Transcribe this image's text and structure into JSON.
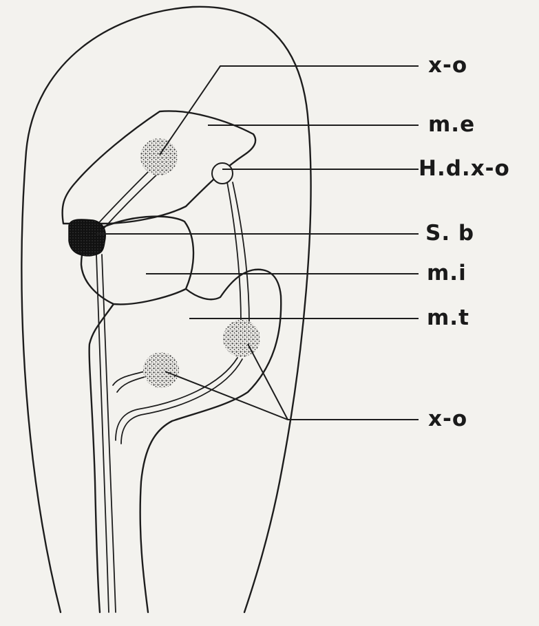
{
  "labels": {
    "xo_top": "x-o",
    "me": "m.e",
    "hdxo": "H.d.x-o",
    "sb": "S. b",
    "mi": "m.i",
    "mt": "m.t",
    "xo_bottom": "x-o"
  },
  "colors": {
    "ink": "#1d1d1d",
    "paper": "#f3f2ee",
    "stipple": "#2a2a2a"
  }
}
